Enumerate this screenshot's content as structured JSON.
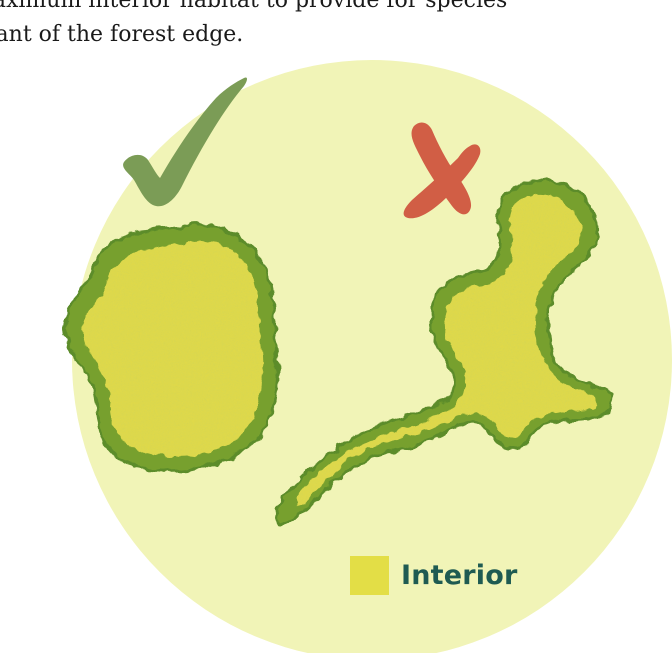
{
  "caption": {
    "line1": "maximum interior habitat to provide for species",
    "line2": "erant of the forest edge."
  },
  "legend": {
    "label": "Interior",
    "swatch_color": "#e3de46",
    "label_color": "#1f5b52"
  },
  "colors": {
    "circle_fill": "#f1f4b7",
    "interior_fill": "#d3cc3c",
    "interior_highlight": "#dfd94a",
    "edge_dark": "#5b8c2a",
    "edge_mid": "#77a02f",
    "check_color": "#7b9c56",
    "cross_color": "#d15e45"
  },
  "icons": {
    "good": "checkmark-icon",
    "bad": "cross-icon"
  }
}
